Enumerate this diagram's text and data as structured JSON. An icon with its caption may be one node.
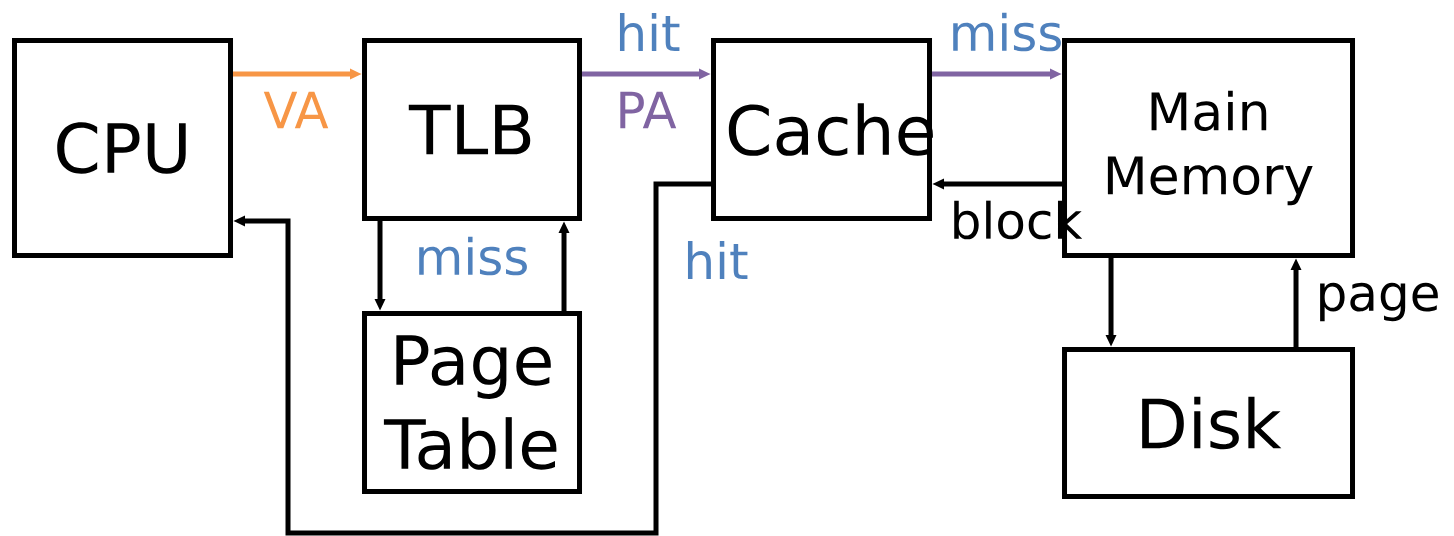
{
  "diagram": {
    "nodes": [
      {
        "text": [
          "CPU"
        ]
      },
      {
        "text": [
          "TLB"
        ]
      },
      {
        "text": [
          "Cache"
        ]
      },
      {
        "text": [
          "Main Memory"
        ]
      },
      {
        "text": [
          "Page Table"
        ]
      },
      {
        "text": [
          "Disk"
        ]
      }
    ],
    "edges": [
      {
        "from": 0,
        "to": 1,
        "arrow": "to",
        "label": "VA",
        "color": "#f79646"
      },
      {
        "from": 1,
        "to": 2,
        "arrow": "to",
        "label": "PA",
        "color": "#8064a2"
      },
      {
        "from": 2,
        "to": 3,
        "arrow": "to",
        "label": "miss",
        "color": "#8064a2"
      },
      {
        "from": 1,
        "to": 4,
        "arrow": "to",
        "label": "miss"
      },
      {
        "from": 4,
        "to": 1,
        "arrow": "to"
      },
      {
        "from": 2,
        "to": 0,
        "arrow": "to",
        "label": "hit"
      },
      {
        "from": 3,
        "to": 2,
        "arrow": "to",
        "label": "block"
      },
      {
        "from": 3,
        "to": 5,
        "arrow": "to"
      },
      {
        "from": 5,
        "to": 3,
        "arrow": "to",
        "label": "page"
      }
    ],
    "labels": [
      "hit"
    ]
  }
}
